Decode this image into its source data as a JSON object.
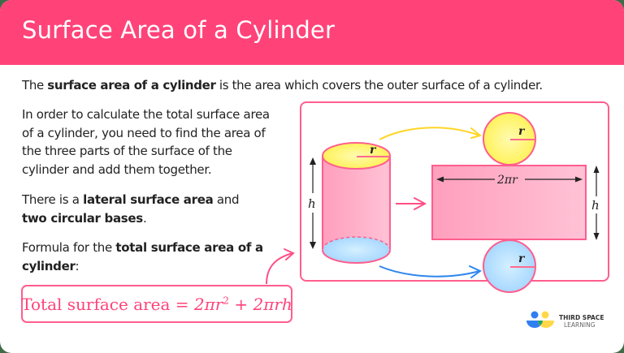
{
  "header": {
    "title": "Surface Area of a Cylinder",
    "background": "#ff4379"
  },
  "intro": {
    "prefix": "The ",
    "bold": "surface area of a cylinder",
    "suffix": " is the area which covers the outer surface of a cylinder."
  },
  "paragraphs": {
    "p1": "In order to calculate the total surface area of a cylinder, you need to find the area of the three parts of the surface of the cylinder and add them together.",
    "p2": {
      "prefix": "There is a ",
      "bold1": "lateral surface area",
      "middle": " and ",
      "bold2": "two circular bases",
      "suffix": "."
    },
    "p3": {
      "prefix": "Formula for the ",
      "bold": "total surface area of a cylinder",
      "suffix": ":"
    }
  },
  "formula": {
    "label": "Total surface area",
    "equals": " = ",
    "term1": "2πr",
    "exp": "2",
    "plus": " + ",
    "term2": "2πrh",
    "color": "#ff4379"
  },
  "diagram": {
    "cylinder_radius_label": "r",
    "cylinder_height_label": "h",
    "top_circle_label": "r",
    "bottom_circle_label": "r",
    "rectangle_width_label": "2πr",
    "rectangle_height_label": "h",
    "colors": {
      "frame": "#ff5e8d",
      "lateral": "#ff9fbd",
      "top_base": "#fff35a",
      "bottom_base": "#a9dcff",
      "yellow_arrow": "#ffd626",
      "blue_arrow": "#2f86ee",
      "pink_arrow": "#ff4f86"
    }
  },
  "logo": {
    "line1": "THIRD SPACE",
    "line2": "LEARNING"
  }
}
